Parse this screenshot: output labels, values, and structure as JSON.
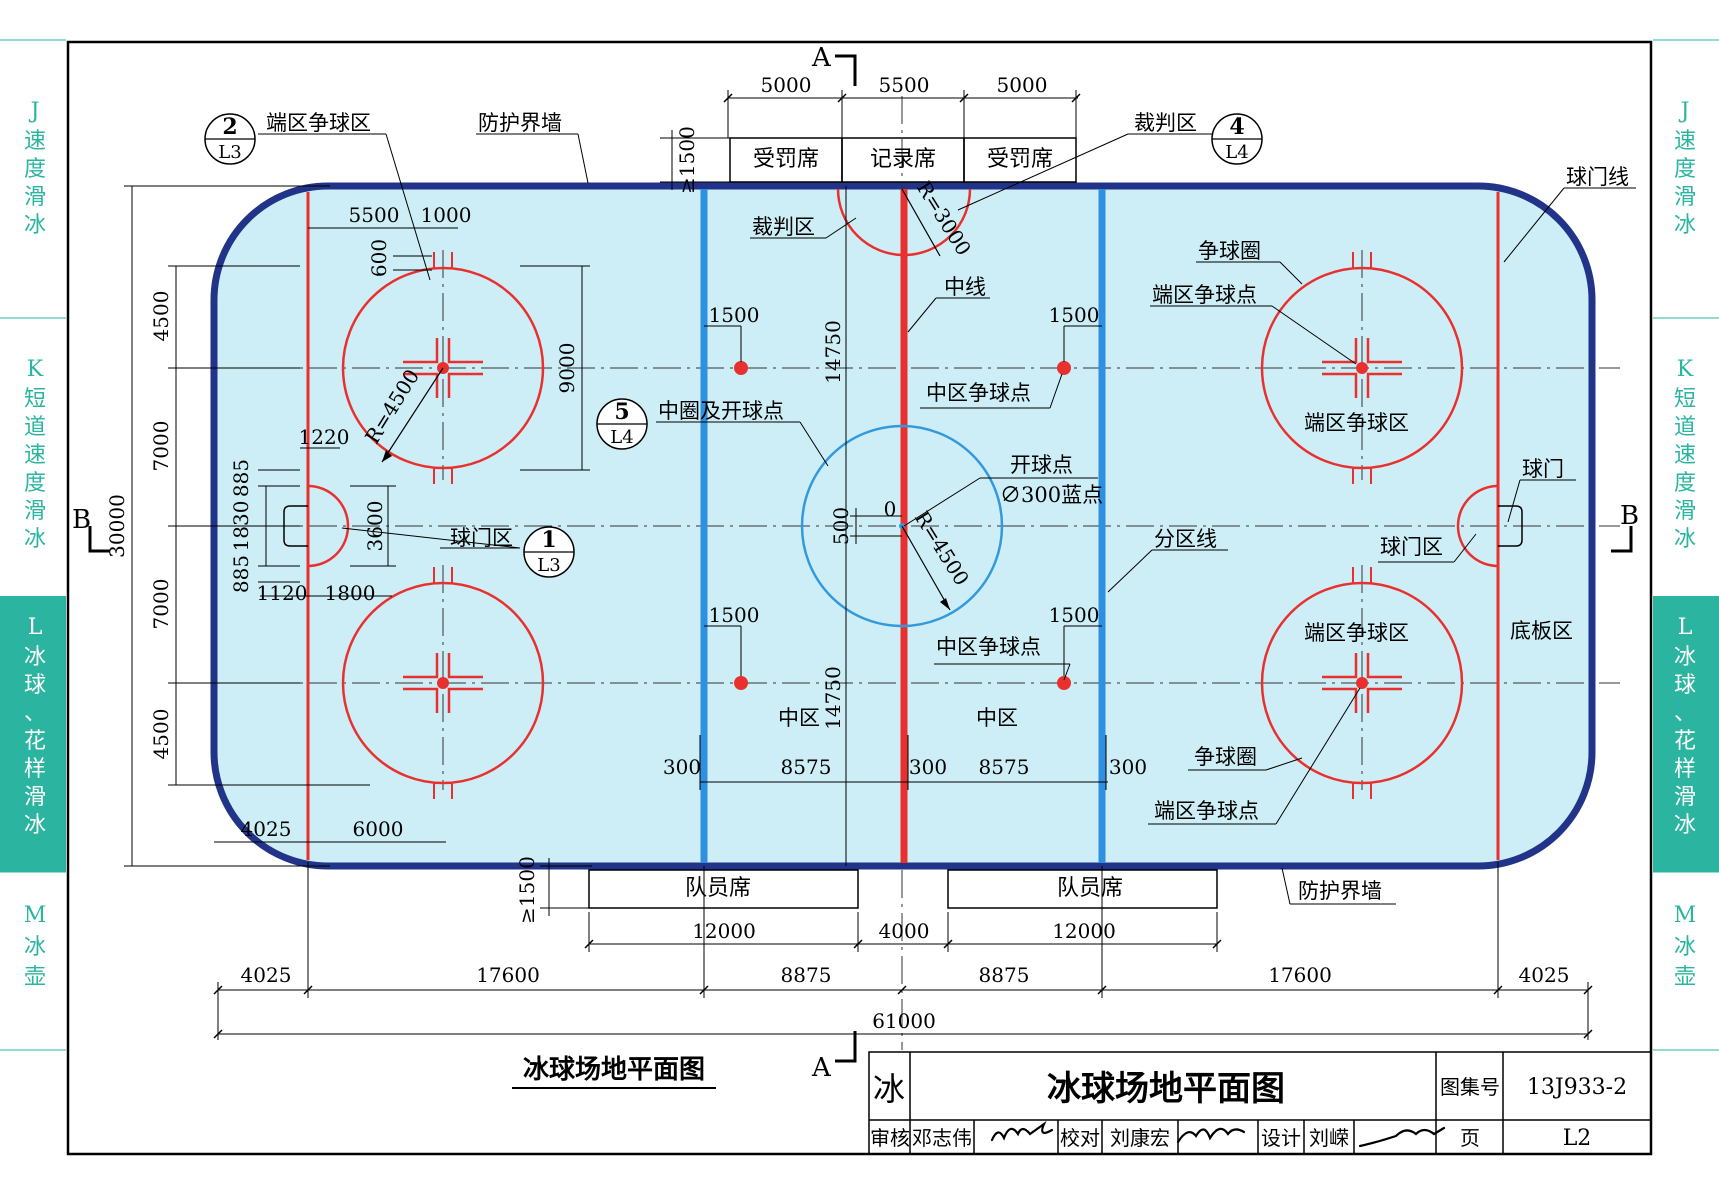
{
  "side_tabs": [
    {
      "letter": "J",
      "text": "速度滑冰",
      "active": false
    },
    {
      "letter": "K",
      "text": "短道速度滑冰",
      "active": false
    },
    {
      "letter": "L",
      "text": "冰球、花样滑冰",
      "active": true
    },
    {
      "letter": "M",
      "text": "冰壶",
      "active": false
    }
  ],
  "colors": {
    "tab": "#2bb5a0",
    "rink_border": "#22338a",
    "ice": "#cdeef6",
    "red": "#e8312f",
    "blue": "#2f8fe0",
    "center_circle": "#3399dd"
  },
  "section_marks": {
    "a": "A",
    "b": "B"
  },
  "top_dims": [
    "5000",
    "5500",
    "5000"
  ],
  "top_boxes": {
    "penalty1": "受罚席",
    "scorekeeper": "记录席",
    "penalty2": "受罚席"
  },
  "labels": {
    "end_faceoff_zone": "端区争球区",
    "boards": "防护界墙",
    "referee_zone": "裁判区",
    "goal_line": "球门线",
    "faceoff_circle": "争球圈",
    "end_faceoff_spot": "端区争球点",
    "center_line": "中线",
    "neutral_faceoff_spot": "中区争球点",
    "center_circle_and_spot": "中圈及开球点",
    "center_spot": "开球点",
    "blue_dot": "∅300蓝点",
    "goal_crease": "球门区",
    "goal": "球门",
    "zone_line": "分区线",
    "neutral_zone": "中区",
    "end_board_zone": "底板区",
    "players_bench": "队员席"
  },
  "detail_refs": [
    {
      "num": "2",
      "sheet": "L3"
    },
    {
      "num": "4",
      "sheet": "L4"
    },
    {
      "num": "5",
      "sheet": "L4"
    },
    {
      "num": "1",
      "sheet": "L3"
    }
  ],
  "dims": {
    "d5500": "5500",
    "d1000": "1000",
    "d600": "600",
    "d4500": "4500",
    "d7000": "7000",
    "d30000": "30000",
    "d9000": "9000",
    "r4500": "R=4500",
    "r3000": "R=3000",
    "d1220": "1220",
    "d885": "885",
    "d1830": "1830",
    "d3600": "3600",
    "d1120": "1120",
    "d1800": "1800",
    "d1500": "1500",
    "d14750": "14750",
    "d500": "500",
    "d0": "0",
    "d300": "300",
    "d8575": "8575",
    "d4025": "4025",
    "d6000": "6000",
    "d1500v": "≥1500",
    "d12000": "12000",
    "d4000": "4000",
    "d8875": "8875",
    "d17600": "17600",
    "d61000": "61000"
  },
  "drawing_title": "冰球场地平面图",
  "title_block": {
    "category": "冰",
    "title": "冰球场地平面图",
    "atlas_label": "图集号",
    "atlas_no": "13J933-2",
    "review_label": "审核",
    "reviewer": "邓志伟",
    "check_label": "校对",
    "checker": "刘康宏",
    "design_label": "设计",
    "designer": "刘嵘",
    "page_label": "页",
    "page_no": "L2"
  }
}
